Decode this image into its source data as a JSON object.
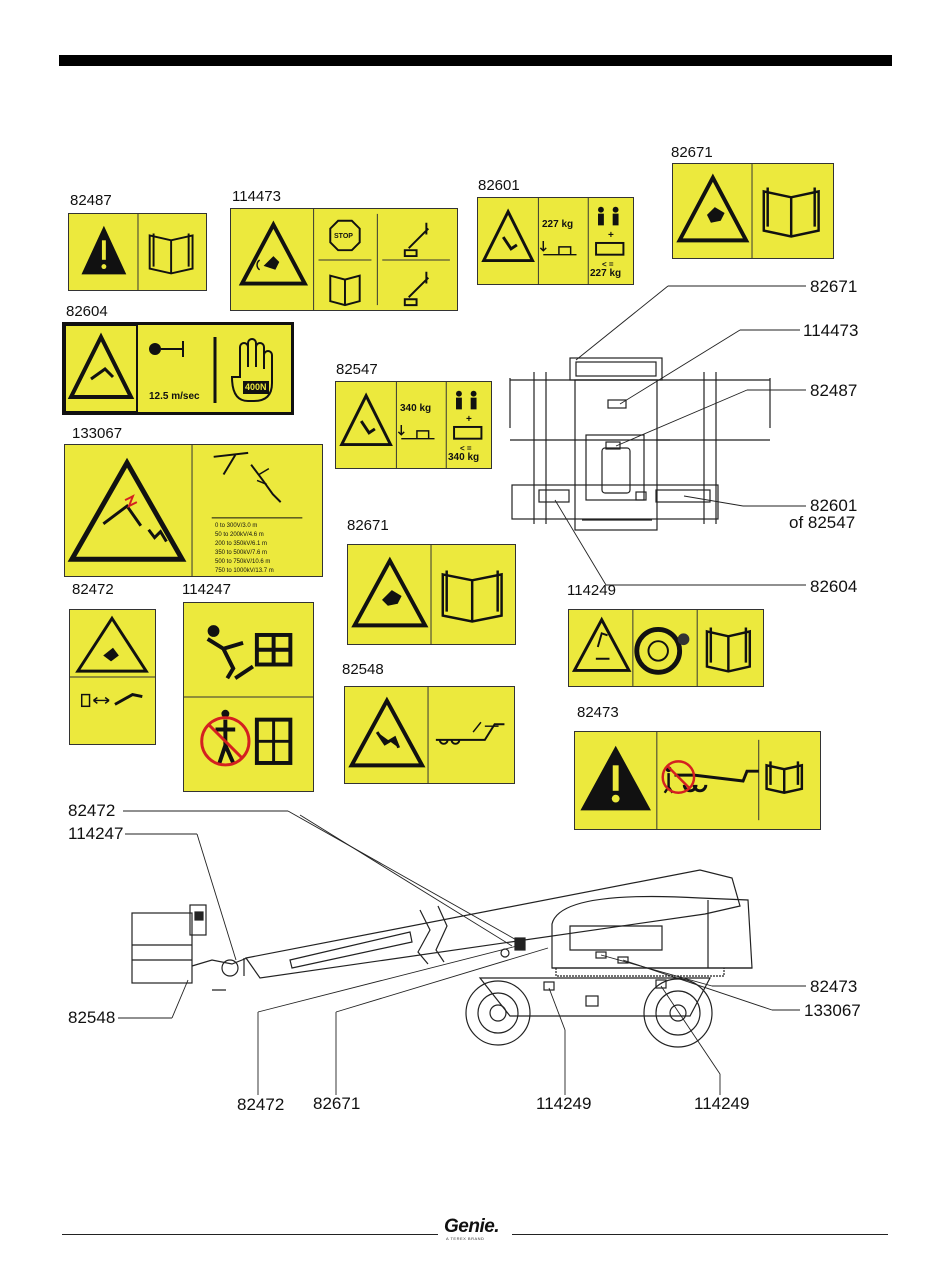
{
  "decals": {
    "d82487": "82487",
    "d114473": "114473",
    "d82601": "82601",
    "d82671a": "82671",
    "d82604": "82604",
    "d82547": "82547",
    "d133067": "133067",
    "d82671b": "82671",
    "d82472": "82472",
    "d114247": "114247",
    "d82548": "82548",
    "d114249": "114249",
    "d82473": "82473"
  },
  "decal_text": {
    "stop": "STOP",
    "w227a": "227 kg",
    "w227b": "227 kg",
    "w340a": "340 kg",
    "w340b": "340 kg",
    "speed": "12.5 m/sec",
    "force": "400N",
    "le": "< =",
    "plus": "+",
    "power_lines": [
      "0 to 300V/3.0 m",
      "50 to 200kV/4.6 m",
      "200 to 350kV/6.1 m",
      "350 to 500kV/7.6 m",
      "500 to 750kV/10.6 m",
      "750 to 1000kV/13.7 m"
    ]
  },
  "platform_callouts": {
    "c82671": "82671",
    "c114473": "114473",
    "c82487": "82487",
    "c82601": "82601",
    "c82601_sub": "of 82547",
    "c82604": "82604"
  },
  "machine_callouts": {
    "c82472_top": "82472",
    "c114247": "114247",
    "c82548": "82548",
    "c82473": "82473",
    "c133067": "133067",
    "c82472_bottom": "82472",
    "c82671": "82671",
    "c114249_a": "114249",
    "c114249_b": "114249"
  },
  "footer": {
    "brand": "Genie.",
    "tagline": "A TEREX BRAND"
  },
  "colors": {
    "decal_yellow": "#ece93d",
    "prohibit_red": "#d42020"
  }
}
